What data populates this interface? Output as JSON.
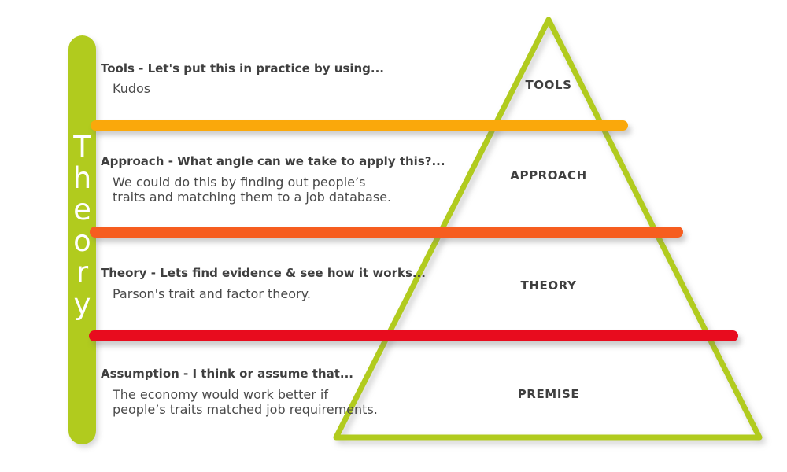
{
  "theme": {
    "green": "#B1CB1E",
    "heading_text": "#3F3F3F",
    "body_text": "#4A4A4A",
    "vertical_label_text": "#FFFFFF",
    "background": "#FFFFFF"
  },
  "left_rail": {
    "label": "Theory"
  },
  "sections": [
    {
      "heading": "Tools - Let's put this in practice by using...",
      "body": "Kudos",
      "divider_color": "#FAA80B"
    },
    {
      "heading": "Approach - What angle can we take to apply this?...",
      "body": "We could do this by finding out people’s\ntraits and matching them to a job database.",
      "divider_color": "#F65D1F"
    },
    {
      "heading": "Theory - Lets find evidence & see how it works...",
      "body": "Parson's trait and factor theory.",
      "divider_color": "#E80C1E"
    },
    {
      "heading": "Assumption - I think or assume that...",
      "body": "The economy would work better if\npeople’s traits matched job requirements."
    }
  ],
  "pyramid": {
    "outline_color": "#B1CB1E",
    "levels": [
      {
        "label": "TOOLS"
      },
      {
        "label": "APPROACH"
      },
      {
        "label": "THEORY"
      },
      {
        "label": "PREMISE"
      }
    ]
  }
}
